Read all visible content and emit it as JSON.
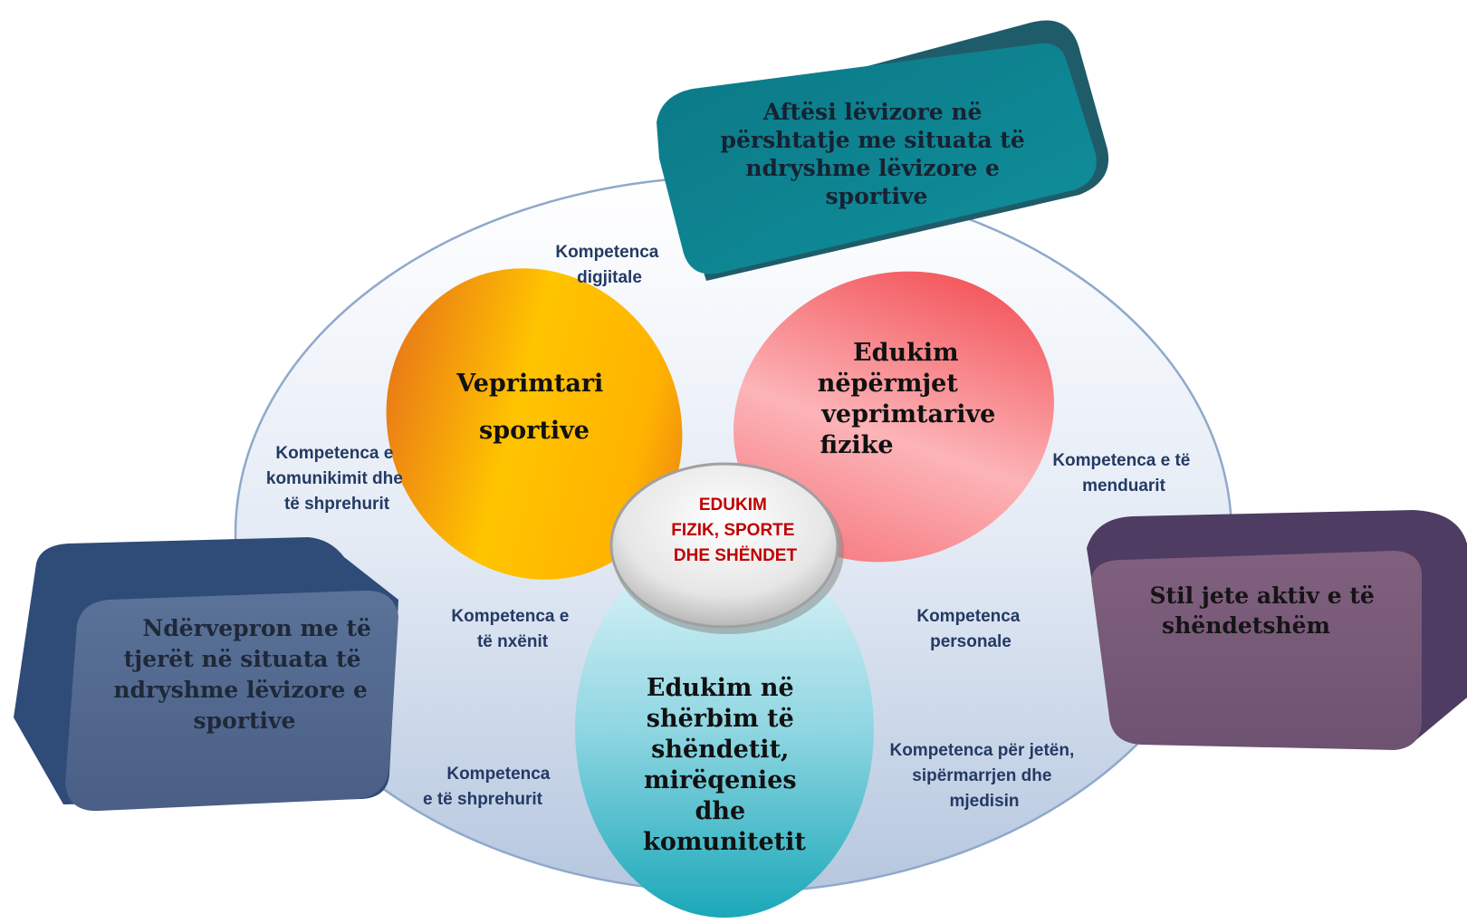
{
  "center": {
    "label": [
      "EDUKIM",
      "FIZIK, SPORTE",
      "DHE SHËNDET"
    ],
    "color": "#c00000"
  },
  "petals": {
    "orange": {
      "label": [
        "Veprimtari",
        "sportive"
      ],
      "color": "#f5a000"
    },
    "red": {
      "label": [
        "Edukim",
        "nëpërmjet",
        "veprimtarive",
        "fizike"
      ],
      "color": "#f06a6a"
    },
    "cyan": {
      "label": [
        "Edukim në",
        "shërbim të",
        "shëndetit,",
        "mirëqenies",
        "dhe",
        "komunitetit"
      ],
      "color": "#5cc4d4"
    }
  },
  "competences": {
    "digital": [
      "Kompetenca",
      "digjitale"
    ],
    "communication": [
      "Kompetenca e",
      "komunikimit dhe",
      "të shprehurit"
    ],
    "thinking": [
      "Kompetenca e të",
      "menduarit"
    ],
    "learning": [
      "Kompetenca e",
      "të nxënit"
    ],
    "personal": [
      "Kompetenca",
      "personale"
    ],
    "expression": [
      "Kompetenca",
      "e të shprehurit"
    ],
    "life": [
      "Kompetenca për jetën,",
      "sipërmarrjen dhe",
      "mjedisin"
    ]
  },
  "blocks": {
    "teal": {
      "label": [
        "Aftësi lëvizore në",
        "përshtatje me situata të",
        "ndryshme lëvizore e",
        "sportive"
      ],
      "color": "#0e7f8c"
    },
    "blue": {
      "label": [
        "Ndërvepron me të",
        "tjerët në situata të",
        "ndryshme lëvizore e",
        "sportive"
      ],
      "color": "#3f5f8c"
    },
    "purple": {
      "label": [
        "Stil jete aktiv e të",
        "shëndetshëm"
      ],
      "color": "#7a5a7e"
    }
  }
}
